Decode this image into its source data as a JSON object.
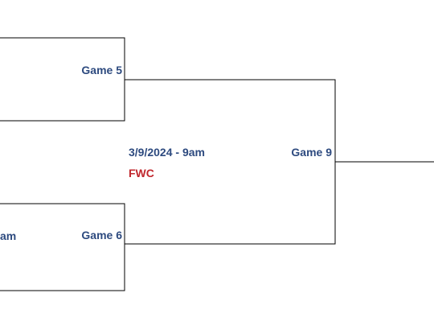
{
  "bracket": {
    "left_cut_text": "am",
    "games": [
      {
        "id": "game5",
        "label": "Game 5"
      },
      {
        "id": "game6",
        "label": "Game 6"
      },
      {
        "id": "game9",
        "label": "Game 9",
        "date_time": "3/9/2024 - 9am",
        "venue": "FWC"
      }
    ]
  },
  "colors": {
    "line": "#000000",
    "game_label": "#2d4a7f",
    "venue": "#c0272d"
  }
}
